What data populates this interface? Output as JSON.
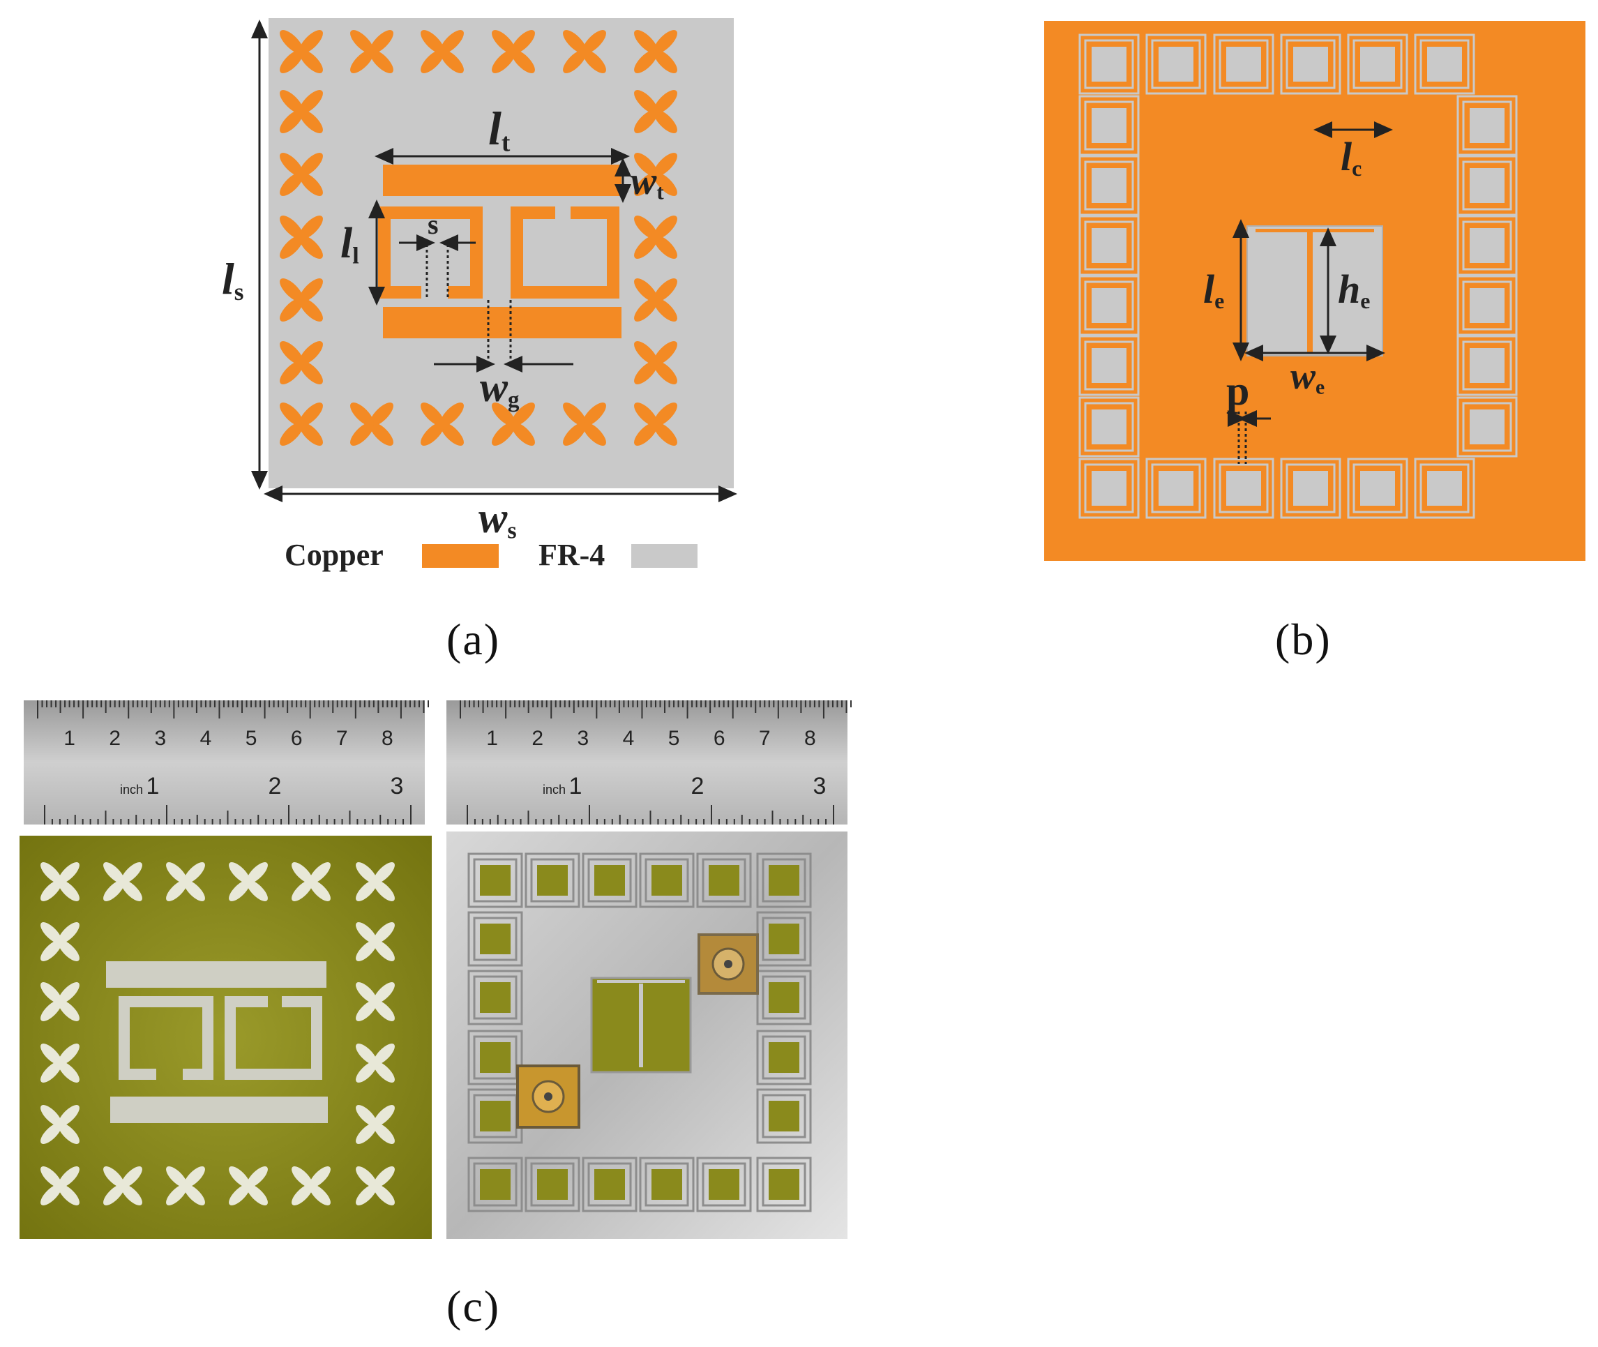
{
  "figure": {
    "panel_a": {
      "caption": "(a)",
      "labels": {
        "lt": "l",
        "lt_sub": "t",
        "wt": "w",
        "wt_sub": "t",
        "ll": "l",
        "ll_sub": "l",
        "s": "s",
        "ls": "l",
        "ls_sub": "s",
        "wg": "w",
        "wg_sub": "g",
        "ws": "w",
        "ws_sub": "s"
      },
      "legend": {
        "copper": "Copper",
        "fr4": "FR-4"
      }
    },
    "panel_b": {
      "caption": "(b)",
      "labels": {
        "lc": "l",
        "lc_sub": "c",
        "le": "l",
        "le_sub": "e",
        "he": "h",
        "he_sub": "e",
        "we": "w",
        "we_sub": "e",
        "p": "p"
      }
    },
    "panel_c": {
      "caption": "(c)",
      "ruler": {
        "cm_ticks": [
          "1",
          "2",
          "3",
          "4",
          "5",
          "6",
          "7",
          "8"
        ],
        "inch_ticks": [
          "1",
          "2",
          "3"
        ],
        "inch_unit": "inch"
      }
    },
    "colors": {
      "copper": "#f38a24",
      "fr4": "#c9c9c9",
      "pcb_green": "#8a8a1c",
      "metal": "#c2c2c2"
    }
  }
}
